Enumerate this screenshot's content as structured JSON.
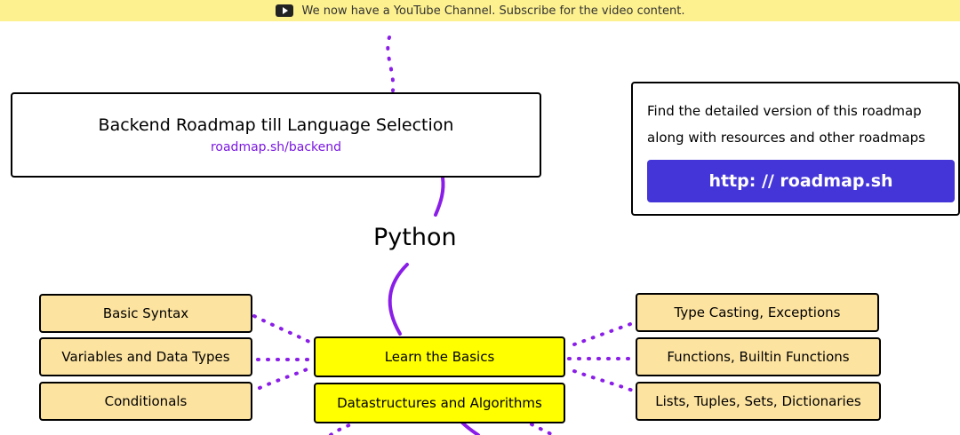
{
  "banner": {
    "text": "We now have a YouTube Channel. Subscribe for the video content.",
    "icon": "youtube-icon"
  },
  "header": {
    "title": "Backend Roadmap till Language Selection",
    "link": "roadmap.sh/backend"
  },
  "info": {
    "line1": "Find the detailed version of this roadmap",
    "line2": "along with resources and other roadmaps",
    "button": "http: // roadmap.sh"
  },
  "language": "Python",
  "nodes": {
    "core": [
      "Learn the Basics",
      "Datastructures and Algorithms"
    ],
    "left": [
      "Basic Syntax",
      "Variables and Data Types",
      "Conditionals"
    ],
    "right": [
      "Type Casting, Exceptions",
      "Functions, Builtin Functions",
      "Lists, Tuples, Sets, Dictionaries"
    ]
  },
  "colors": {
    "banner": "#fdf08e",
    "accent": "#7a17e0",
    "button": "#4435d8",
    "side": "#fde3a0",
    "core": "#ffff00"
  }
}
